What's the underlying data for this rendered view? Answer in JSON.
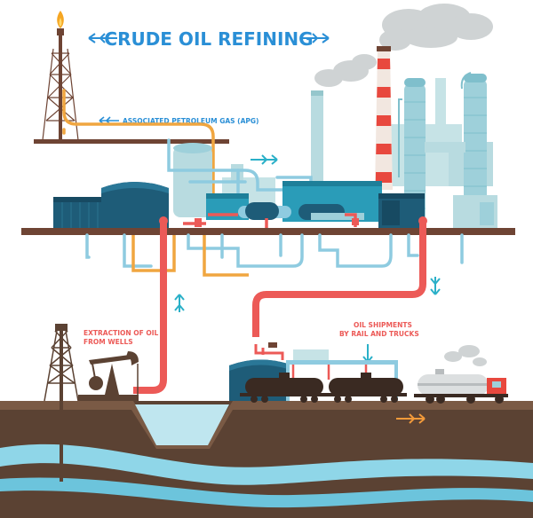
{
  "title": "CRUDE OIL REFINING",
  "labels": {
    "apg": "ASSOCIATED PETROLEUM GAS (APG)",
    "extraction_line1": "EXTRACTION OF OIL",
    "extraction_line2": "FROM WELLS",
    "shipments_line1": "OIL SHIPMENTS",
    "shipments_line2": "BY RAIL AND TRUCKS"
  },
  "colors": {
    "title": "#2a8fd6",
    "oil_pipe": "#ec5a57",
    "gas_pipe": "#f0a640",
    "water_pipe": "#8ecbe0",
    "platform": "#6e4434",
    "tank_dark": "#1e5c78",
    "tank_light": "#9ed0da",
    "ground": "#5b4233",
    "water_layer": "#8fd6e8",
    "arrow_teal": "#2ab0c8",
    "arrow_orange": "#f29a3a"
  },
  "icons": [
    "flare-icon",
    "oil-derrick-icon",
    "pump-jack-icon",
    "smokestack-icon",
    "distillation-column-icon",
    "storage-tank-icon",
    "rail-tanker-icon",
    "tanker-truck-icon",
    "flow-arrow-icon"
  ]
}
